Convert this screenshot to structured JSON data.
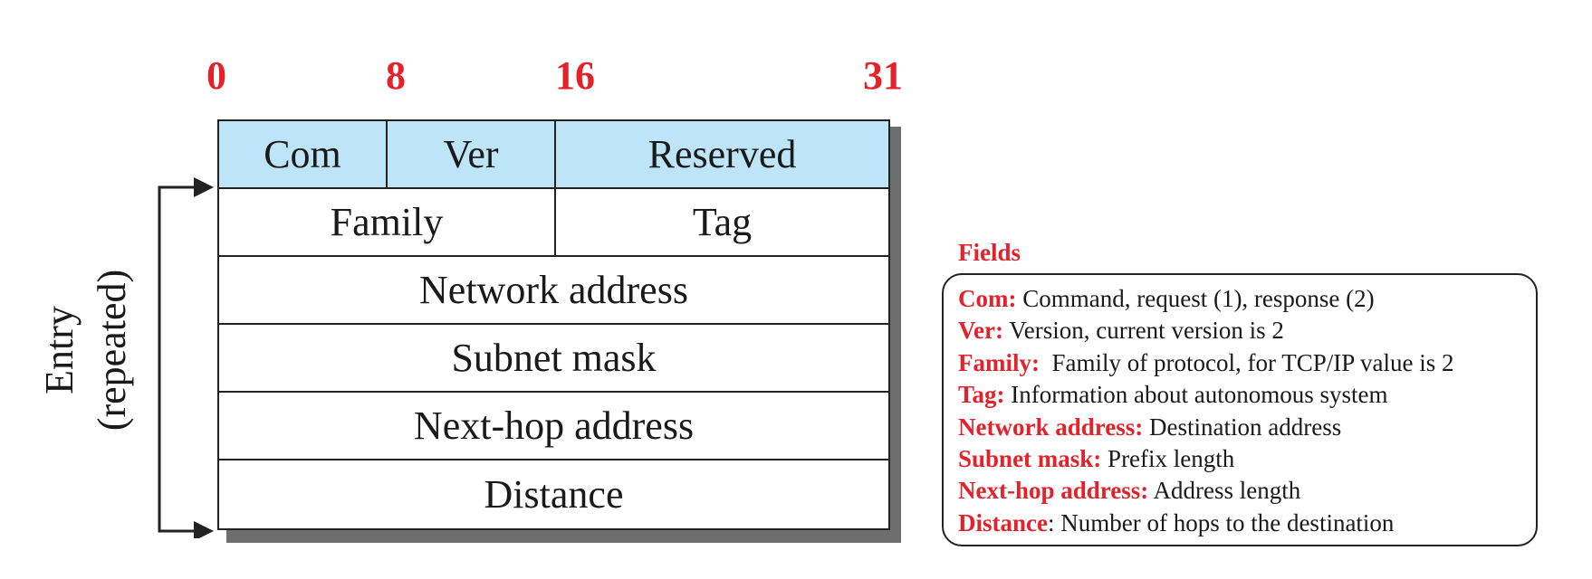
{
  "bit_labels": [
    "0",
    "8",
    "16",
    "31"
  ],
  "header_row": {
    "com": "Com",
    "ver": "Ver",
    "reserved": "Reserved"
  },
  "rows": {
    "family": "Family",
    "tag": "Tag",
    "network_address": "Network address",
    "subnet_mask": "Subnet mask",
    "next_hop_address": "Next-hop address",
    "distance": "Distance"
  },
  "entry_label": {
    "line1": "Entry",
    "line2": "(repeated)"
  },
  "fields": {
    "title": "Fields",
    "items": [
      {
        "key": "Com:",
        "desc": " Command, request (1), response (2)"
      },
      {
        "key": "Ver:",
        "desc": " Version, current version is 2"
      },
      {
        "key": "Family:",
        "desc": "  Family of protocol, for TCP/IP value is 2"
      },
      {
        "key": "Tag:",
        "desc": " Information about autonomous system"
      },
      {
        "key": "Network address:",
        "desc": " Destination address"
      },
      {
        "key": "Subnet mask:",
        "desc": " Prefix length"
      },
      {
        "key": "Next-hop address:",
        "desc": " Address length"
      },
      {
        "key": "Distance",
        "desc": ": Number of hops to the destination"
      }
    ]
  },
  "colors": {
    "accent_red": "#e3222b",
    "header_blue": "#bde4f7"
  }
}
